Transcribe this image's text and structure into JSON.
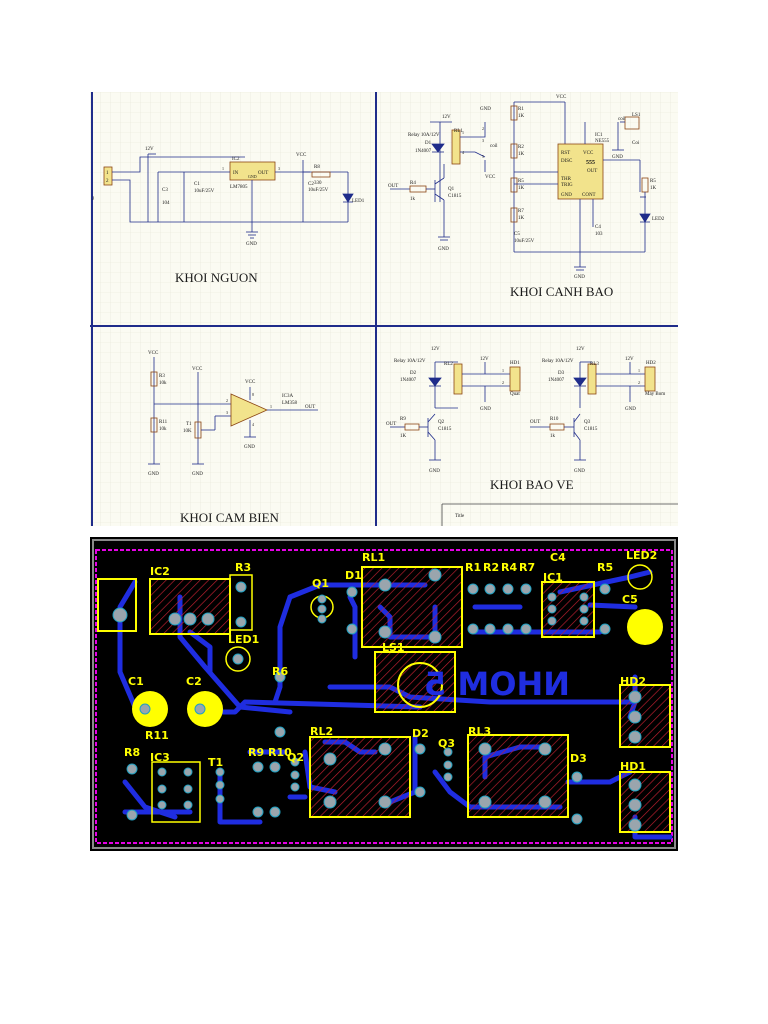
{
  "schematic": {
    "block_titles": {
      "power": "KHOI NGUON",
      "alarm": "KHOI CANH BAO",
      "sensor": "KHOI CAM BIEN",
      "protect": "KHOI BAO VE"
    },
    "power": {
      "v12": "12V",
      "vcc": "VCC",
      "gnd": "GND",
      "j_pin1": "1",
      "j_pin2": "2",
      "j_ref": "J",
      "c3": "C3",
      "c3_val": "104",
      "c1": "C1",
      "c1_val": "10uF/25V",
      "ic2": "IC2",
      "ic2_in": "IN",
      "ic2_out": "OUT",
      "ic2_gnd": "GND",
      "ic2_part": "LM7805",
      "pin1": "1",
      "pin3": "3",
      "c2": "C2",
      "c2_val": "10uF/25V",
      "r8": "R8",
      "r8_val": "330",
      "led1": "LED1"
    },
    "alarm": {
      "relay_label": "Relay 10A/12V",
      "v12": "12V",
      "gnd": "GND",
      "rl1": "RL1",
      "d1": "D1",
      "d1_part": "1N4007",
      "coil": "coil",
      "p1": "1",
      "p2": "2",
      "p3": "3",
      "p4": "4",
      "p5": "5",
      "vcc": "VCC",
      "out": "OUT",
      "r4": "R4",
      "r4_val": "1k",
      "q1": "Q1",
      "q1_part": "C1815",
      "r1": "R1",
      "r1_val": "1K",
      "r2": "R2",
      "r2_val": "1K",
      "r5": "R5",
      "r5_val": "1K",
      "r7": "R7",
      "r7_val": "1K",
      "c5": "C5",
      "c5_val": "10uF/25V",
      "ic1": "IC1",
      "ic1_part": "NE555",
      "ic1_rst": "RST",
      "ic1_vcc": "VCC",
      "ic1_555": "555",
      "ic1_dis": "DISC",
      "ic1_out": "OUT",
      "ic1_thr": "THR",
      "ic1_trig": "TRIG",
      "ic1_gnd": "GND",
      "ic1_cont": "CONT",
      "ls1": "LS1",
      "ls1_part": "Coi",
      "r6": "R5",
      "r6_val": "1K",
      "c4": "C4",
      "c4_val": "103",
      "led2": "LED2"
    },
    "sensor": {
      "vcc1": "VCC",
      "vcc2": "VCC",
      "vcc3": "VCC",
      "r3": "R3",
      "r3_val": "10k",
      "r11": "R11",
      "r11_val": "10k",
      "t1": "T1",
      "t1_val": "10K",
      "ic3": "IC3A",
      "ic3_part": "LM358",
      "out": "OUT",
      "gnd": "GND",
      "p2": "2",
      "p3": "3",
      "p1": "1",
      "p4": "4",
      "p8": "8"
    },
    "protect": {
      "relay_label": "Relay 10A/12V",
      "v12": "12V",
      "gnd": "GND",
      "rl2": "RL2",
      "d2": "D2",
      "d2_part": "1N4007",
      "hd1": "HD1",
      "hd1_label": "Quat",
      "r9": "R9",
      "r9_val": "1K",
      "q2": "Q2",
      "q2_part": "C1815",
      "out": "OUT",
      "rl3": "RL3",
      "d3": "D3",
      "d3_part": "1N4007",
      "hd2": "HD2",
      "hd2_label": "May Bom",
      "r10": "R10",
      "r10_val": "1k",
      "q3": "Q3",
      "q3_part": "C1815",
      "p1": "1",
      "p2": "2"
    },
    "title_block": "Title"
  },
  "pcb": {
    "refs": {
      "ic2": "IC2",
      "r3": "R3",
      "q1": "Q1",
      "d1": "D1",
      "rl1": "RL1",
      "r1": "R1",
      "r2": "R2",
      "r4": "R4",
      "r7": "R7",
      "c4": "C4",
      "ic1": "IC1",
      "r5": "R5",
      "led2": "LED2",
      "c5": "C5",
      "led1": "LED1",
      "ls1": "LS1",
      "c1": "C1",
      "c2": "C2",
      "r6": "R6",
      "hd2": "HD2",
      "r11": "R11",
      "r8": "R8",
      "ic3": "IC3",
      "t1": "T1",
      "r9": "R9",
      "r10": "R10",
      "q2": "Q2",
      "rl2": "RL2",
      "d2": "D2",
      "q3": "Q3",
      "rl3": "RL3",
      "d3": "D3",
      "hd1": "HD1"
    },
    "silk_text": "NHOM 5"
  }
}
